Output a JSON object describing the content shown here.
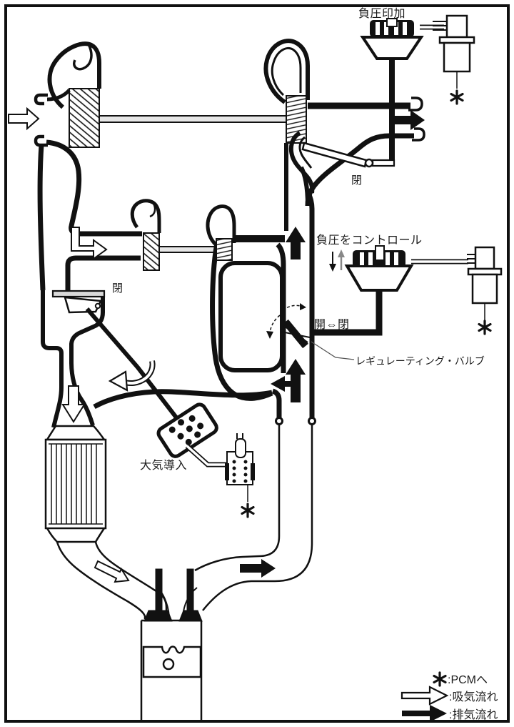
{
  "diagram": {
    "labels": {
      "vacuum_applied": "負圧印加",
      "wastegate_closed": "閉",
      "vacuum_control": "負圧をコントロール",
      "open_close": "開⇔閉",
      "regulating_valve": "レギュレーティング・バルブ",
      "check_valve_closed": "閉",
      "atmosphere_intake": "大気導入",
      "pcm_marker": "*"
    },
    "legend": {
      "rows": [
        {
          "symbol": "asterisk",
          "text": ":PCMへ"
        },
        {
          "symbol": "white-arrow",
          "text": ":吸気流れ"
        },
        {
          "symbol": "black-arrow",
          "text": ":排気流れ"
        }
      ]
    },
    "colors": {
      "line": "#111111",
      "background": "#ffffff",
      "shaft_fill": "#e6e6e6",
      "plate_fill": "#d9d9d9"
    }
  }
}
